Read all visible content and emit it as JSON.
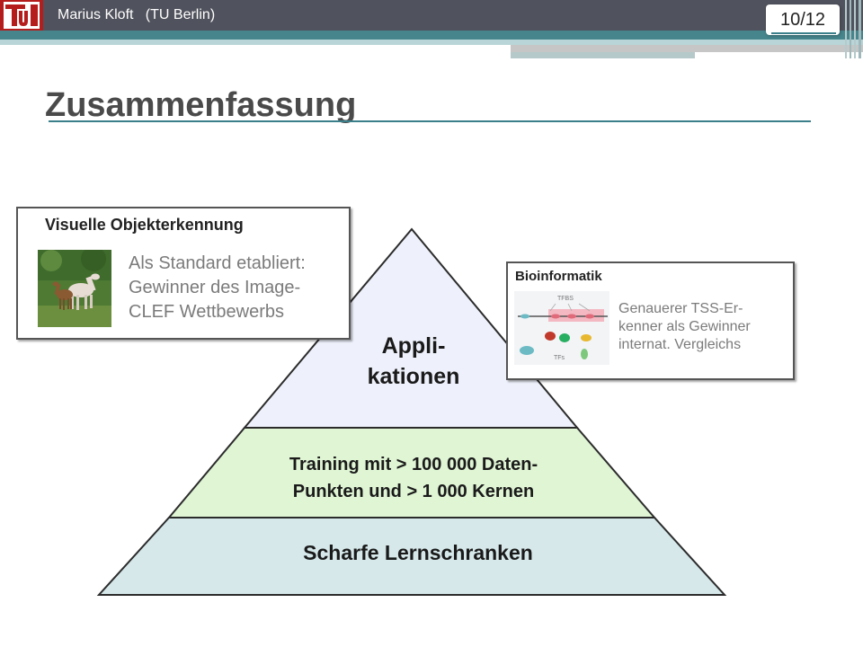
{
  "header": {
    "author": "Marius Kloft   (TU Berlin)",
    "page_number": "10/12",
    "colors": {
      "bar": "#50525d",
      "accent": "#46858c",
      "logo_red": "#b51d1d"
    }
  },
  "title": "Zusammenfassung",
  "pyramid": {
    "top_label_line1": "Appli-",
    "top_label_line2": "kationen",
    "middle_label_line1": "Training mit > 100 000 Daten-",
    "middle_label_line2": "Punkten und > 1 000 Kernen",
    "bottom_label": "Scharfe Lernschranken",
    "colors": {
      "top": "#eef1fb",
      "middle": "#dff5d4",
      "bottom": "#d6e8ea"
    }
  },
  "vision_box": {
    "heading": "Visuelle Objekterkennung",
    "line1": "Als Standard etabliert:",
    "line2": "Gewinner des Image-",
    "line3": "CLEF Wettbewerbs",
    "image": "horses-photo"
  },
  "bio_box": {
    "heading": "Bioinformatik",
    "line1": "Genauerer TSS-Er-",
    "line2": "kenner als Gewinner",
    "line3": "internat. Vergleichs",
    "image": "tfbs-diagram",
    "image_label_top": "TFBS",
    "image_label_bottom": "TFs"
  }
}
